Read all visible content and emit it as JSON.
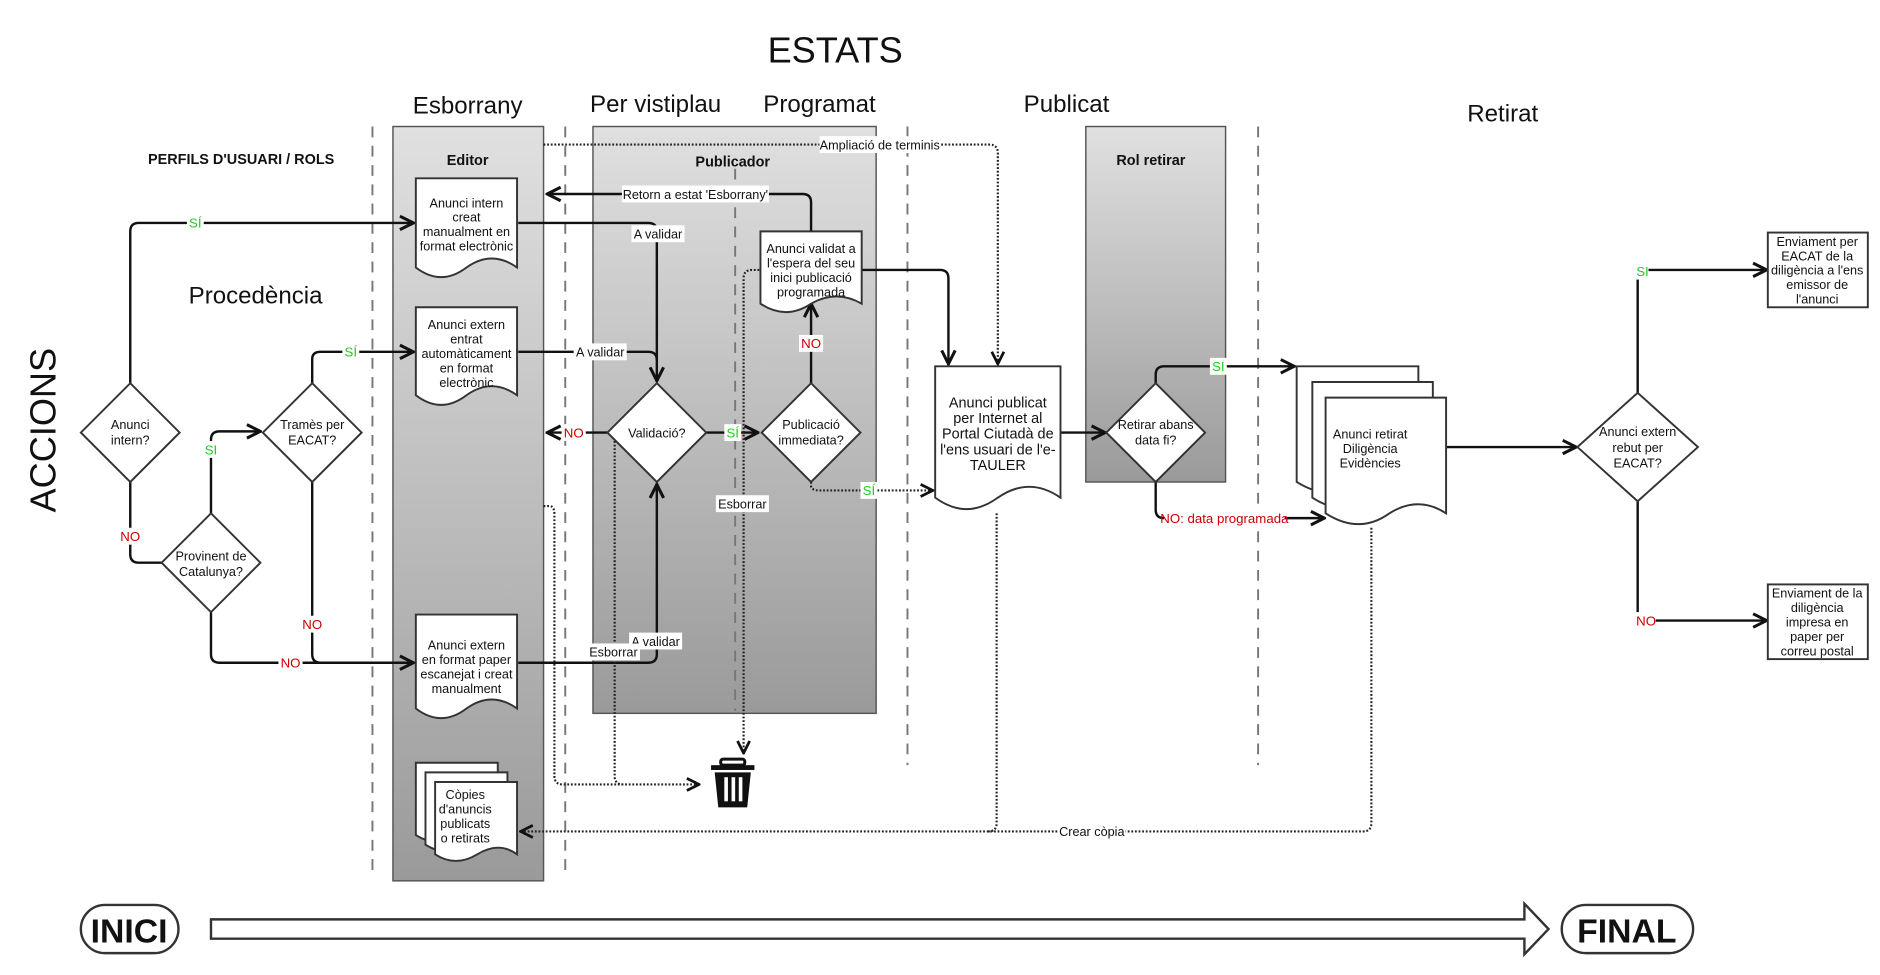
{
  "title": "ESTATS",
  "side_title": "ACCIONS",
  "roles_heading": "PERFILS D'USUARI / ROLS",
  "procedencia_label": "Procedència",
  "states": {
    "esborrany": "Esborrany",
    "per_vistiplau": "Per vistiplau",
    "programat": "Programat",
    "publicat": "Publicat",
    "retirat": "Retirat"
  },
  "roles": {
    "editor": "Editor",
    "publicador": "Publicador",
    "rol_retirar": "Rol retirar"
  },
  "decisions": {
    "anunci_intern": [
      "Anunci",
      "intern?"
    ],
    "provinent_catalunya": [
      "Provinent de",
      "Catalunya?"
    ],
    "trames_eacat": [
      "Tramès per",
      "EACAT?"
    ],
    "validacio": [
      "Validació?"
    ],
    "publicacio_immediata": [
      "Publicació",
      "immediata?"
    ],
    "retirar_abans": [
      "Retirar abans",
      "data fi?"
    ],
    "anunci_extern_eacat": [
      "Anunci extern",
      "rebut per",
      "EACAT?"
    ]
  },
  "documents": {
    "intern_electronic": [
      "Anunci intern",
      "creat",
      "manualment en",
      "format electrònic"
    ],
    "extern_automatic": [
      "Anunci extern",
      "entrat",
      "automàticament",
      "en format",
      "electrònic"
    ],
    "extern_paper": [
      "Anunci extern",
      "en format paper",
      "escanejat i creat",
      "manualment"
    ],
    "copies": [
      "Còpies",
      "d'anuncis",
      "publicats",
      "o retirats"
    ],
    "validat_espera": [
      "Anunci validat a",
      "l'espera del seu",
      "inici publicació",
      "programada"
    ],
    "publicat_internet": [
      "Anunci publicat",
      "per Internet al",
      "Portal Ciutadà de",
      "l'ens usuari de l'e-",
      "TAULER"
    ],
    "retirat_diligencia": [
      "Anunci retirat",
      "Diligència",
      "Evidències"
    ]
  },
  "processes": {
    "enviament_eacat": [
      "Enviament per",
      "EACAT de la",
      "diligència a l'ens",
      "emissor de",
      "l'anunci"
    ],
    "enviament_paper": [
      "Enviament de la",
      "diligència",
      "impresa en",
      "paper per",
      "correu postal"
    ]
  },
  "edge_labels": {
    "si_accent": "SÍ",
    "si": "SI",
    "no": "NO",
    "a_validar": "A validar",
    "retorn_esborrany": "Retorn a estat 'Esborrany'",
    "ampliacio_terminis": "Ampliació de terminis",
    "esborrar": "Esborrar",
    "no_data_programada": "NO: data programada",
    "crear_copia": "Crear còpia"
  },
  "terminals": {
    "start": "INICI",
    "end": "FINAL"
  },
  "icons": {
    "trash": "trash-icon"
  },
  "colors": {
    "yes": "#22cc22",
    "no": "#cc0000"
  }
}
